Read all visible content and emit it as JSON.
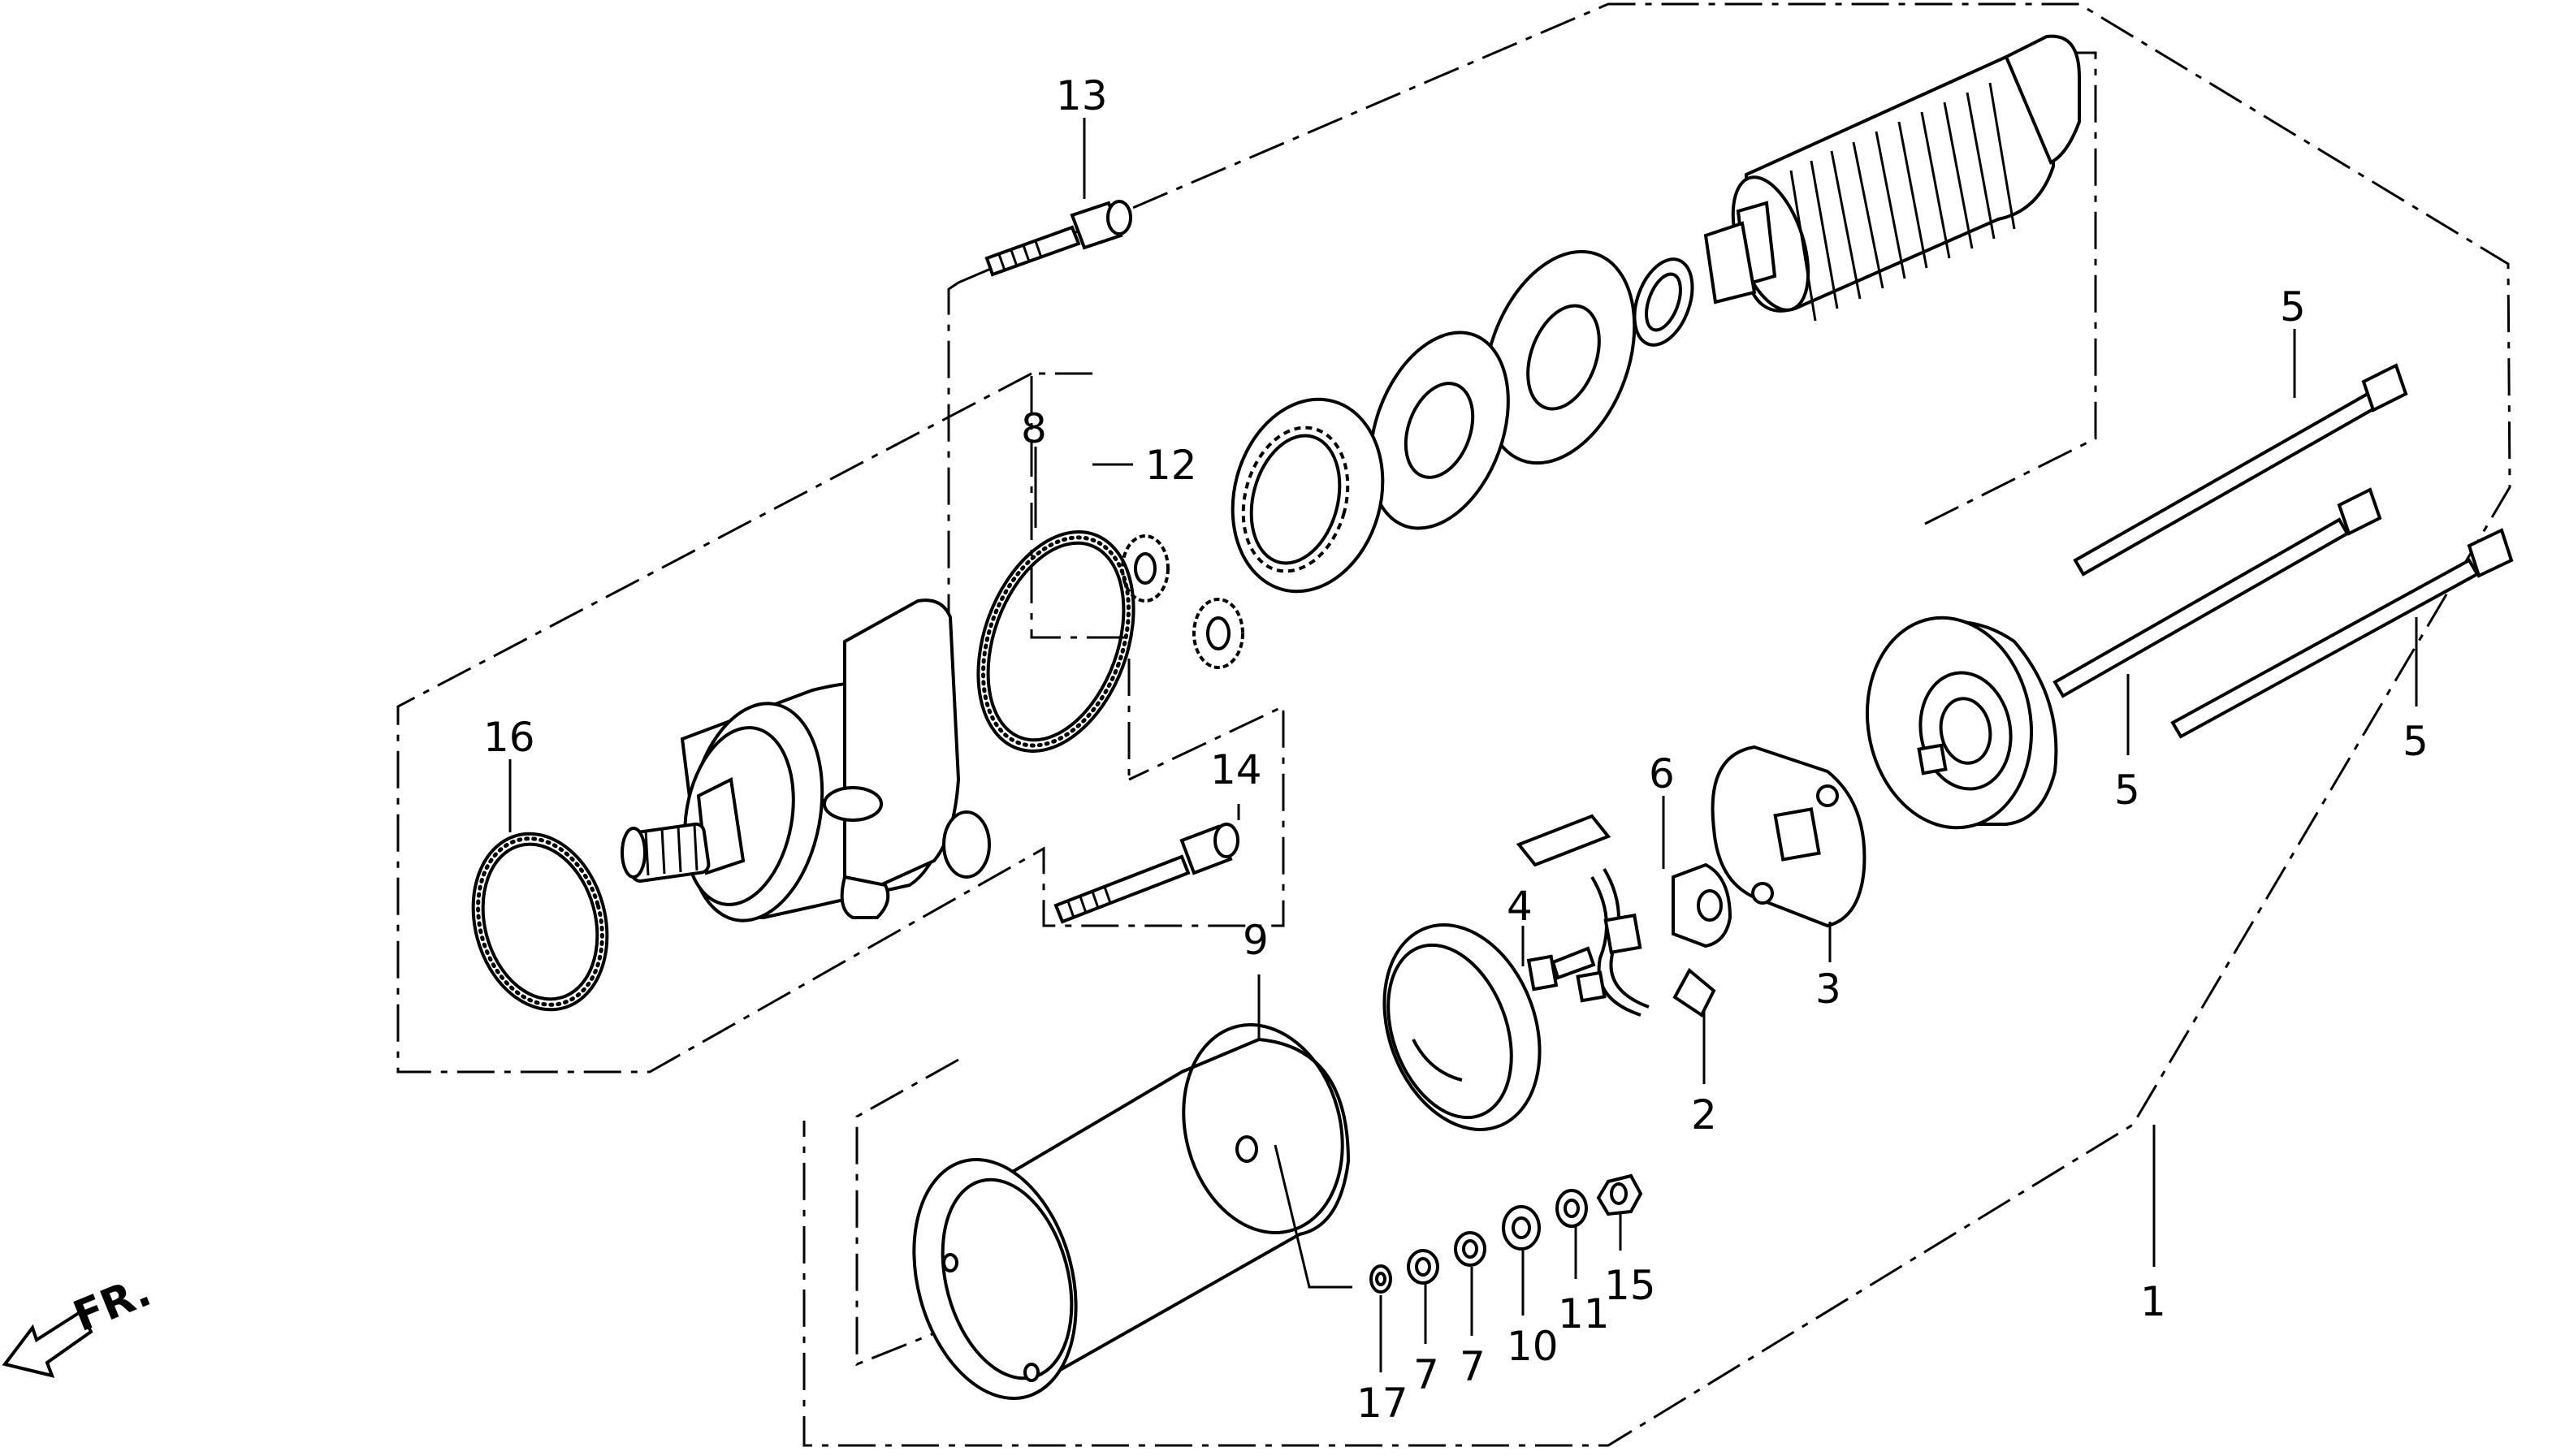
{
  "callouts": {
    "c1": "1",
    "c2": "2",
    "c3": "3",
    "c4": "4",
    "c5": "5",
    "c6": "6",
    "c7": "7",
    "c8": "8",
    "c9": "9",
    "c10": "10",
    "c11": "11",
    "c12": "12",
    "c13": "13",
    "c14": "14",
    "c15": "15",
    "c16": "16",
    "c17": "17"
  },
  "direction_marker": {
    "text": "FR.",
    "icon": "front-direction-arrow-icon"
  },
  "colors": {
    "line": "#000000",
    "background": "#ffffff"
  }
}
